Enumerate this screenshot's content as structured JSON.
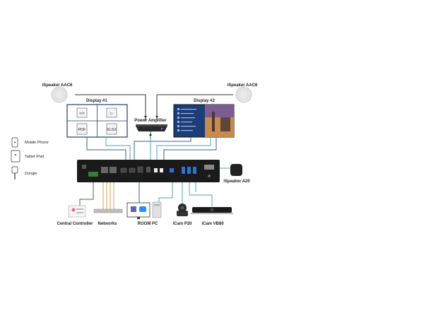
{
  "labels": {
    "speaker_left": "iSpeaker AAC6",
    "speaker_right": "iSpeaker AAC6",
    "display1": "Display #1",
    "display2": "Display #2",
    "power_amplifier": "Power Amplifier",
    "mobile_phone": "Mobile Phone",
    "tablet_ipad": "Tablet iPad",
    "dongle": "Dongle",
    "ispeaker_a20": "iSpeaker A20",
    "central_controller": "Central Controller",
    "networks": "Networks",
    "room_pc": "ROOM PC",
    "icam_p20": "iCam P20",
    "icam_vb80": "iCam VB80"
  },
  "icons": {
    "display1_tiles": [
      "code-file-icon",
      "video-file-icon",
      "pdf-file-icon",
      "xlsx-file-icon"
    ],
    "display1_tile_text": [
      "</>",
      "▷",
      "PDF",
      "XLSX"
    ]
  },
  "colors": {
    "device": "#1a1a1a",
    "hdmi_wire": "#2f5f9e",
    "usb_wire": "#4aa3c8",
    "network_wire": "#d9a441",
    "control_wire": "#2e7d32",
    "speaker_wire": "#333333",
    "display_frame": "#1f3f6e",
    "usb_port": "#2f6fd6",
    "tile_bg": "#f4f6f9"
  }
}
